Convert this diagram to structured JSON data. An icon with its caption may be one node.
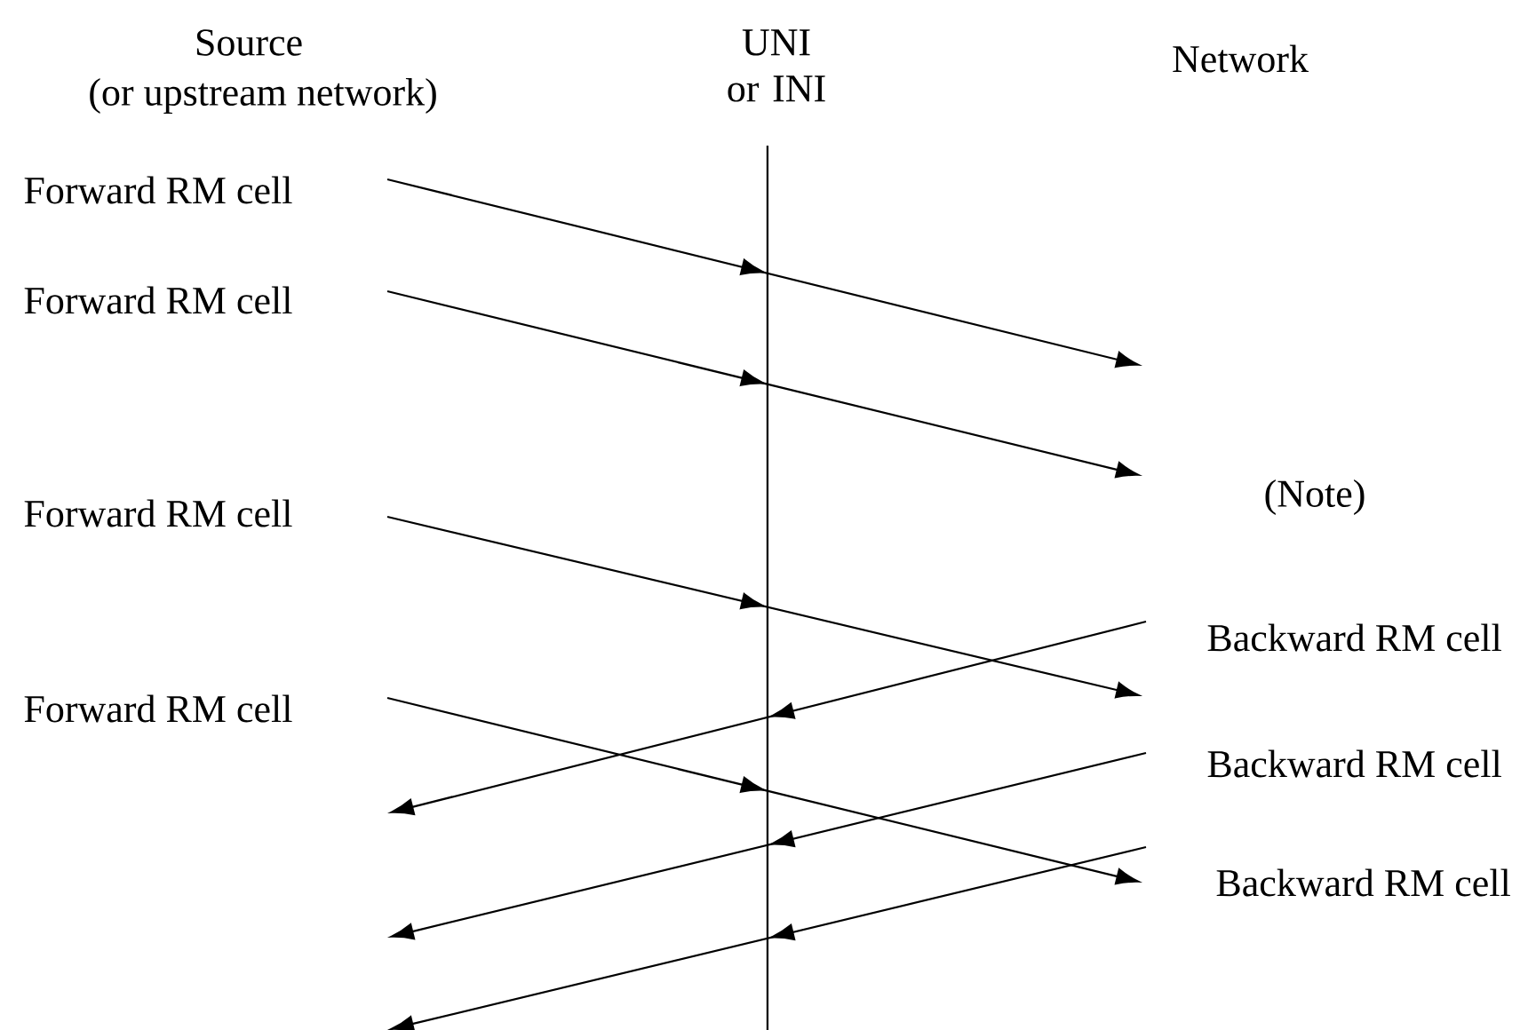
{
  "diagram": {
    "nodes": [
      {
        "text": [
          "Forward RM cell"
        ]
      },
      {
        "text": [
          "Forward RM cell"
        ]
      },
      {
        "text": [
          "Forward RM cell"
        ]
      },
      {
        "text": [
          "Forward RM cell"
        ]
      },
      {
        "text": [
          "Backward RM cell"
        ]
      },
      {
        "text": [
          "Backward RM cell"
        ]
      },
      {
        "text": [
          "Backward RM cell"
        ]
      }
    ],
    "edges": [
      {
        "from": 0,
        "to": null,
        "arrow": "to"
      },
      {
        "from": 1,
        "to": null,
        "arrow": "to"
      },
      {
        "from": 2,
        "to": null,
        "arrow": "to"
      },
      {
        "from": 3,
        "to": null,
        "arrow": "to"
      },
      {
        "from": 4,
        "to": null,
        "arrow": "to"
      },
      {
        "from": 5,
        "to": null,
        "arrow": "to"
      },
      {
        "from": 6,
        "to": null,
        "arrow": "to"
      }
    ],
    "labels": [
      "Source",
      "(or upstream network)",
      "UNI or INI",
      "Network",
      "(Note)"
    ]
  }
}
